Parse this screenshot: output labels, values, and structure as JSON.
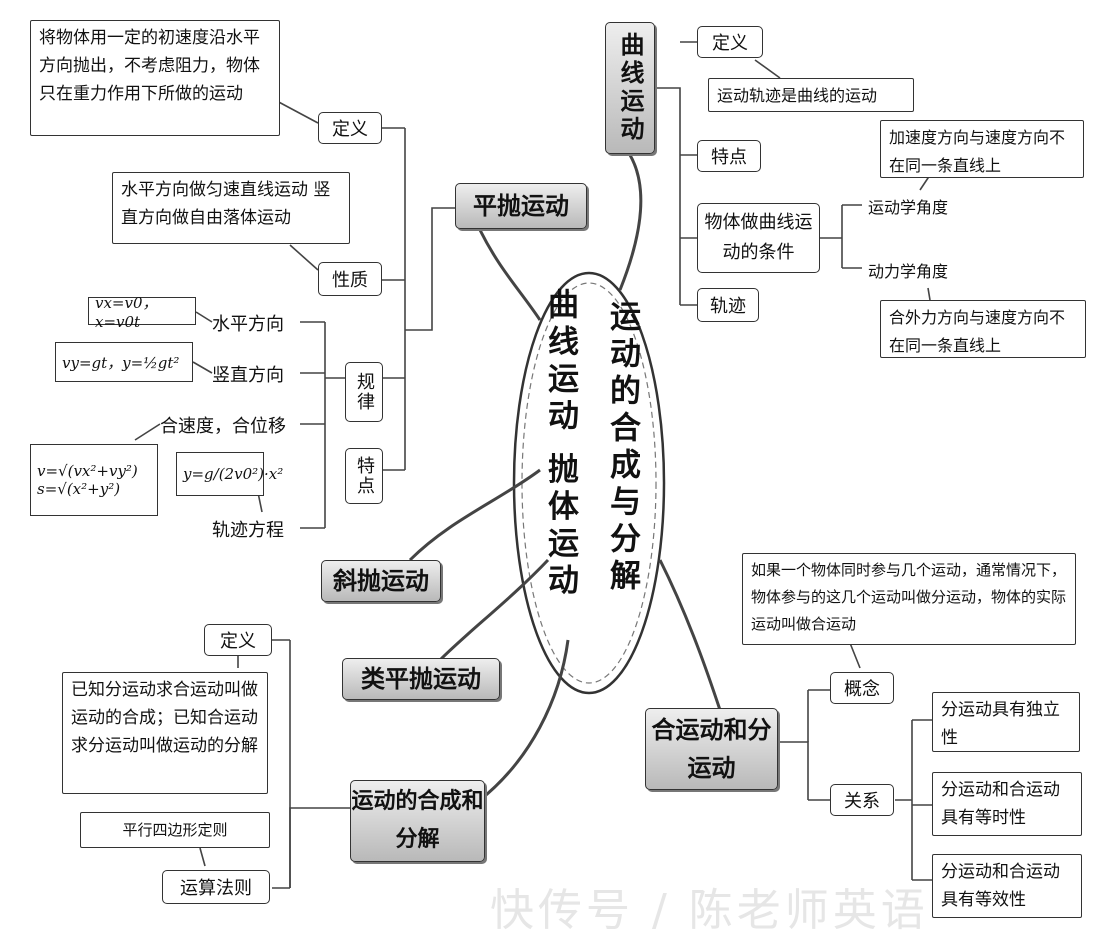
{
  "center": {
    "col_right": "运动的合成与分解",
    "col_left": "曲线运动 抛体运动"
  },
  "curve": {
    "title": "曲线运动",
    "definition_label": "定义",
    "definition_text": "运动轨迹是曲线的运动",
    "feature_label": "特点",
    "condition_label": "物体做曲线运动的条件",
    "kinematics_label": "运动学角度",
    "kinematics_text": "加速度方向与速度方向不在同一条直线上",
    "dynamics_label": "动力学角度",
    "dynamics_text": "合外力方向与速度方向不在同一条直线上",
    "trajectory_label": "轨迹"
  },
  "projectile": {
    "title": "平抛运动",
    "definition_label": "定义",
    "definition_text": "将物体用一定的初速度沿水平方向抛出，不考虑阻力，物体只在重力作用下所做的运动",
    "property_label": "性质",
    "property_text": "水平方向做匀速直线运动 竖直方向做自由落体运动",
    "law_label": "规律",
    "feature_label": "特点",
    "horizontal_label": "水平方向",
    "horizontal_formula": "vx=v0，x=v0t",
    "vertical_label": "竖直方向",
    "vertical_formula": "vy=gt，y=½gt²",
    "combined_label": "合速度，合位移",
    "combined_formula_v": "v=√(vx²+vy²)",
    "combined_formula_s": "s=√(x²+y²)",
    "trajectory_label": "轨迹方程",
    "trajectory_formula": "y=g/(2v0²)·x²"
  },
  "oblique": {
    "title": "斜抛运动"
  },
  "quasi": {
    "title": "类平抛运动"
  },
  "composition": {
    "title": "运动的合成和分解",
    "definition_label": "定义",
    "definition_text": "已知分运动求合运动叫做运动的合成；已知合运动求分运动叫做运动的分解",
    "rule_label": "运算法则",
    "rule_text": "平行四边形定则"
  },
  "combined_motion": {
    "title": "合运动和分运动",
    "concept_label": "概念",
    "concept_text": "如果一个物体同时参与几个运动，通常情况下，物体参与的这几个运动叫做分运动，物体的实际运动叫做合运动",
    "relation_label": "关系",
    "rel_1": "分运动具有独立性",
    "rel_2": "分运动和合运动具有等时性",
    "rel_3": "分运动和合运动具有等效性"
  },
  "watermark": "快传号 / 陈老师英语"
}
